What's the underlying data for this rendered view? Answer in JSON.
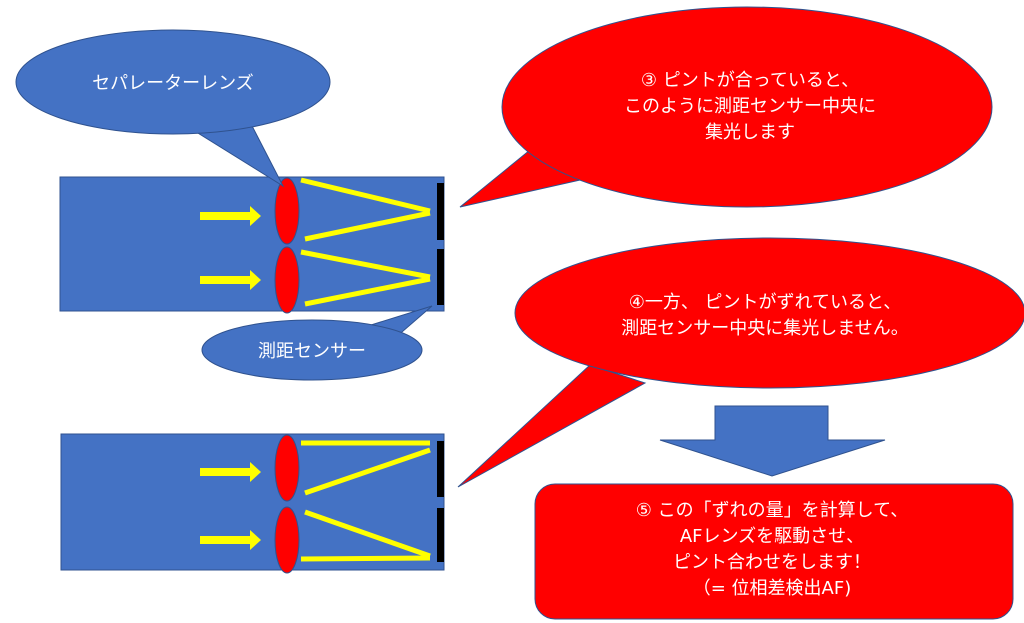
{
  "colors": {
    "blue": "#4472c4",
    "red": "#ff0000",
    "yellow": "#ffff00",
    "sensor": "#000000",
    "text": "#ffffff"
  },
  "callouts": {
    "separator_lens": "セパレーターレンズ",
    "af_sensor": "測距センサー",
    "step3": [
      "③ ピントが合っていると、",
      "このように測距センサー中央に",
      "集光します"
    ],
    "step4": [
      "④一方、 ピントがずれていると、",
      "測距センサー中央に集光しません。"
    ],
    "step5": [
      "⑤ この「ずれの量」を計算して、",
      "AFレンズを駆動させ、",
      "ピント合わせをします！",
      "（= 位相差検出AF)"
    ]
  }
}
